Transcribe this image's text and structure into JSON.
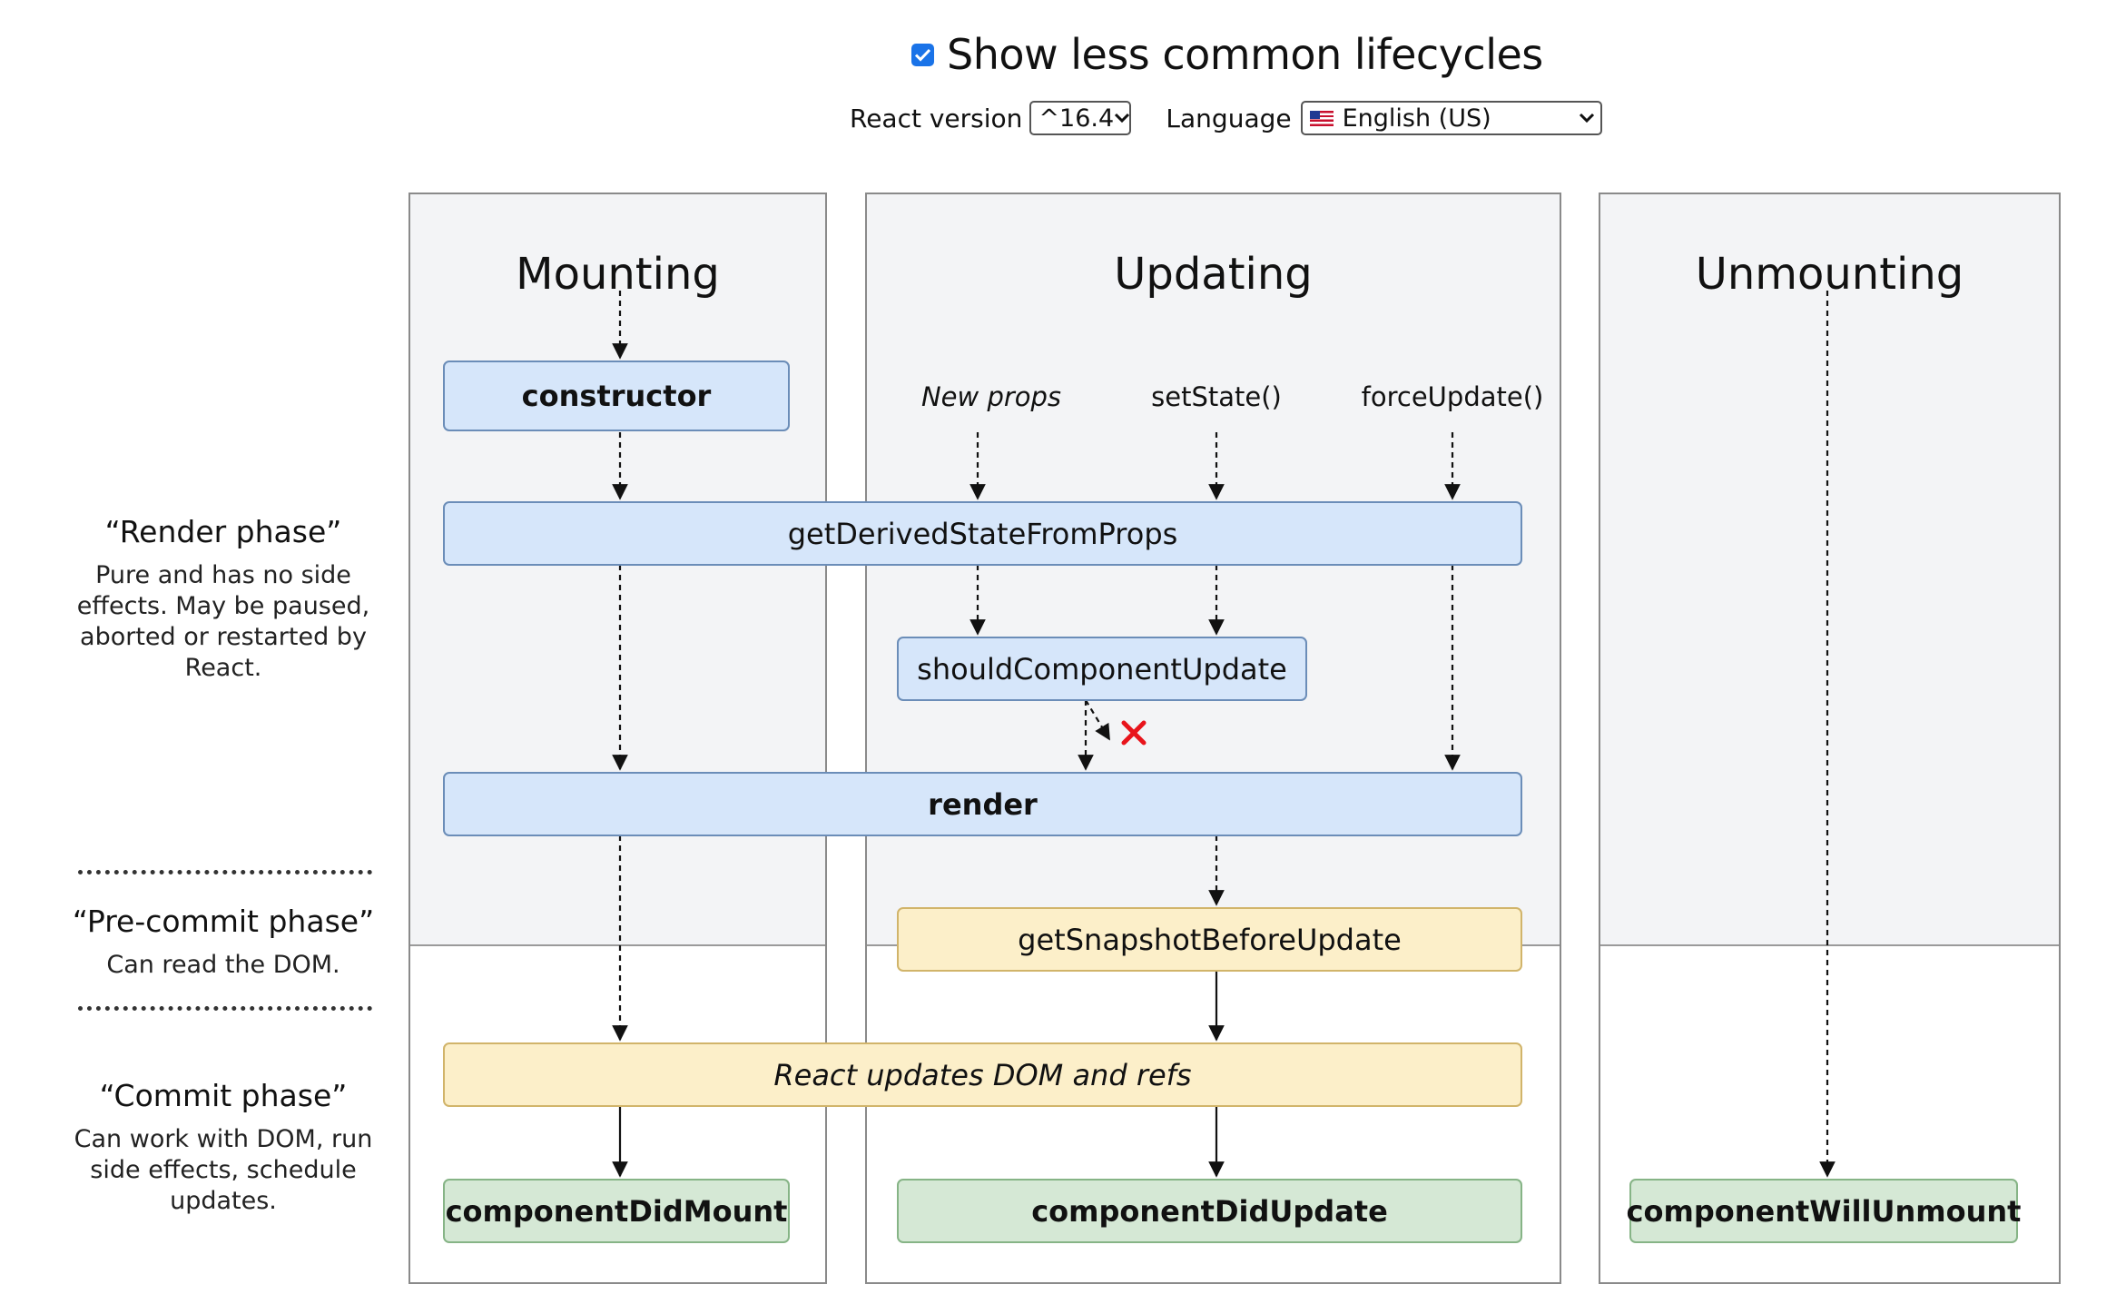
{
  "controls": {
    "show_less_common": {
      "label": "Show less common lifecycles",
      "checked": true
    },
    "react_version": {
      "label": "React version",
      "value": "^16.4"
    },
    "language": {
      "label": "Language",
      "value": "English (US)",
      "flag_icon": "us-flag-icon"
    }
  },
  "columns": {
    "mounting": "Mounting",
    "updating": "Updating",
    "unmounting": "Unmounting"
  },
  "phases": {
    "render": {
      "title": "“Render phase”",
      "desc": "Pure and has no side effects. May be paused, aborted or restarted by React."
    },
    "precommit": {
      "title": "“Pre-commit phase”",
      "desc": "Can read the DOM."
    },
    "commit": {
      "title": "“Commit phase”",
      "desc": "Can work with DOM, run side effects, schedule updates."
    }
  },
  "triggers": {
    "new_props": "New props",
    "set_state": "setState()",
    "force_update": "forceUpdate()"
  },
  "nodes": {
    "constructor": "constructor",
    "get_derived_state": "getDerivedStateFromProps",
    "should_update": "shouldComponentUpdate",
    "render": "render",
    "get_snapshot": "getSnapshotBeforeUpdate",
    "react_updates": "React updates DOM and refs",
    "did_mount": "componentDidMount",
    "did_update": "componentDidUpdate",
    "will_unmount": "componentWillUnmount"
  },
  "colors": {
    "render_node": "#d6e6fa",
    "commit_node": "#fcefc9",
    "did_node": "#d5e8d5",
    "cancel_mark": "#e8141b",
    "checkbox": "#1a73e8"
  }
}
